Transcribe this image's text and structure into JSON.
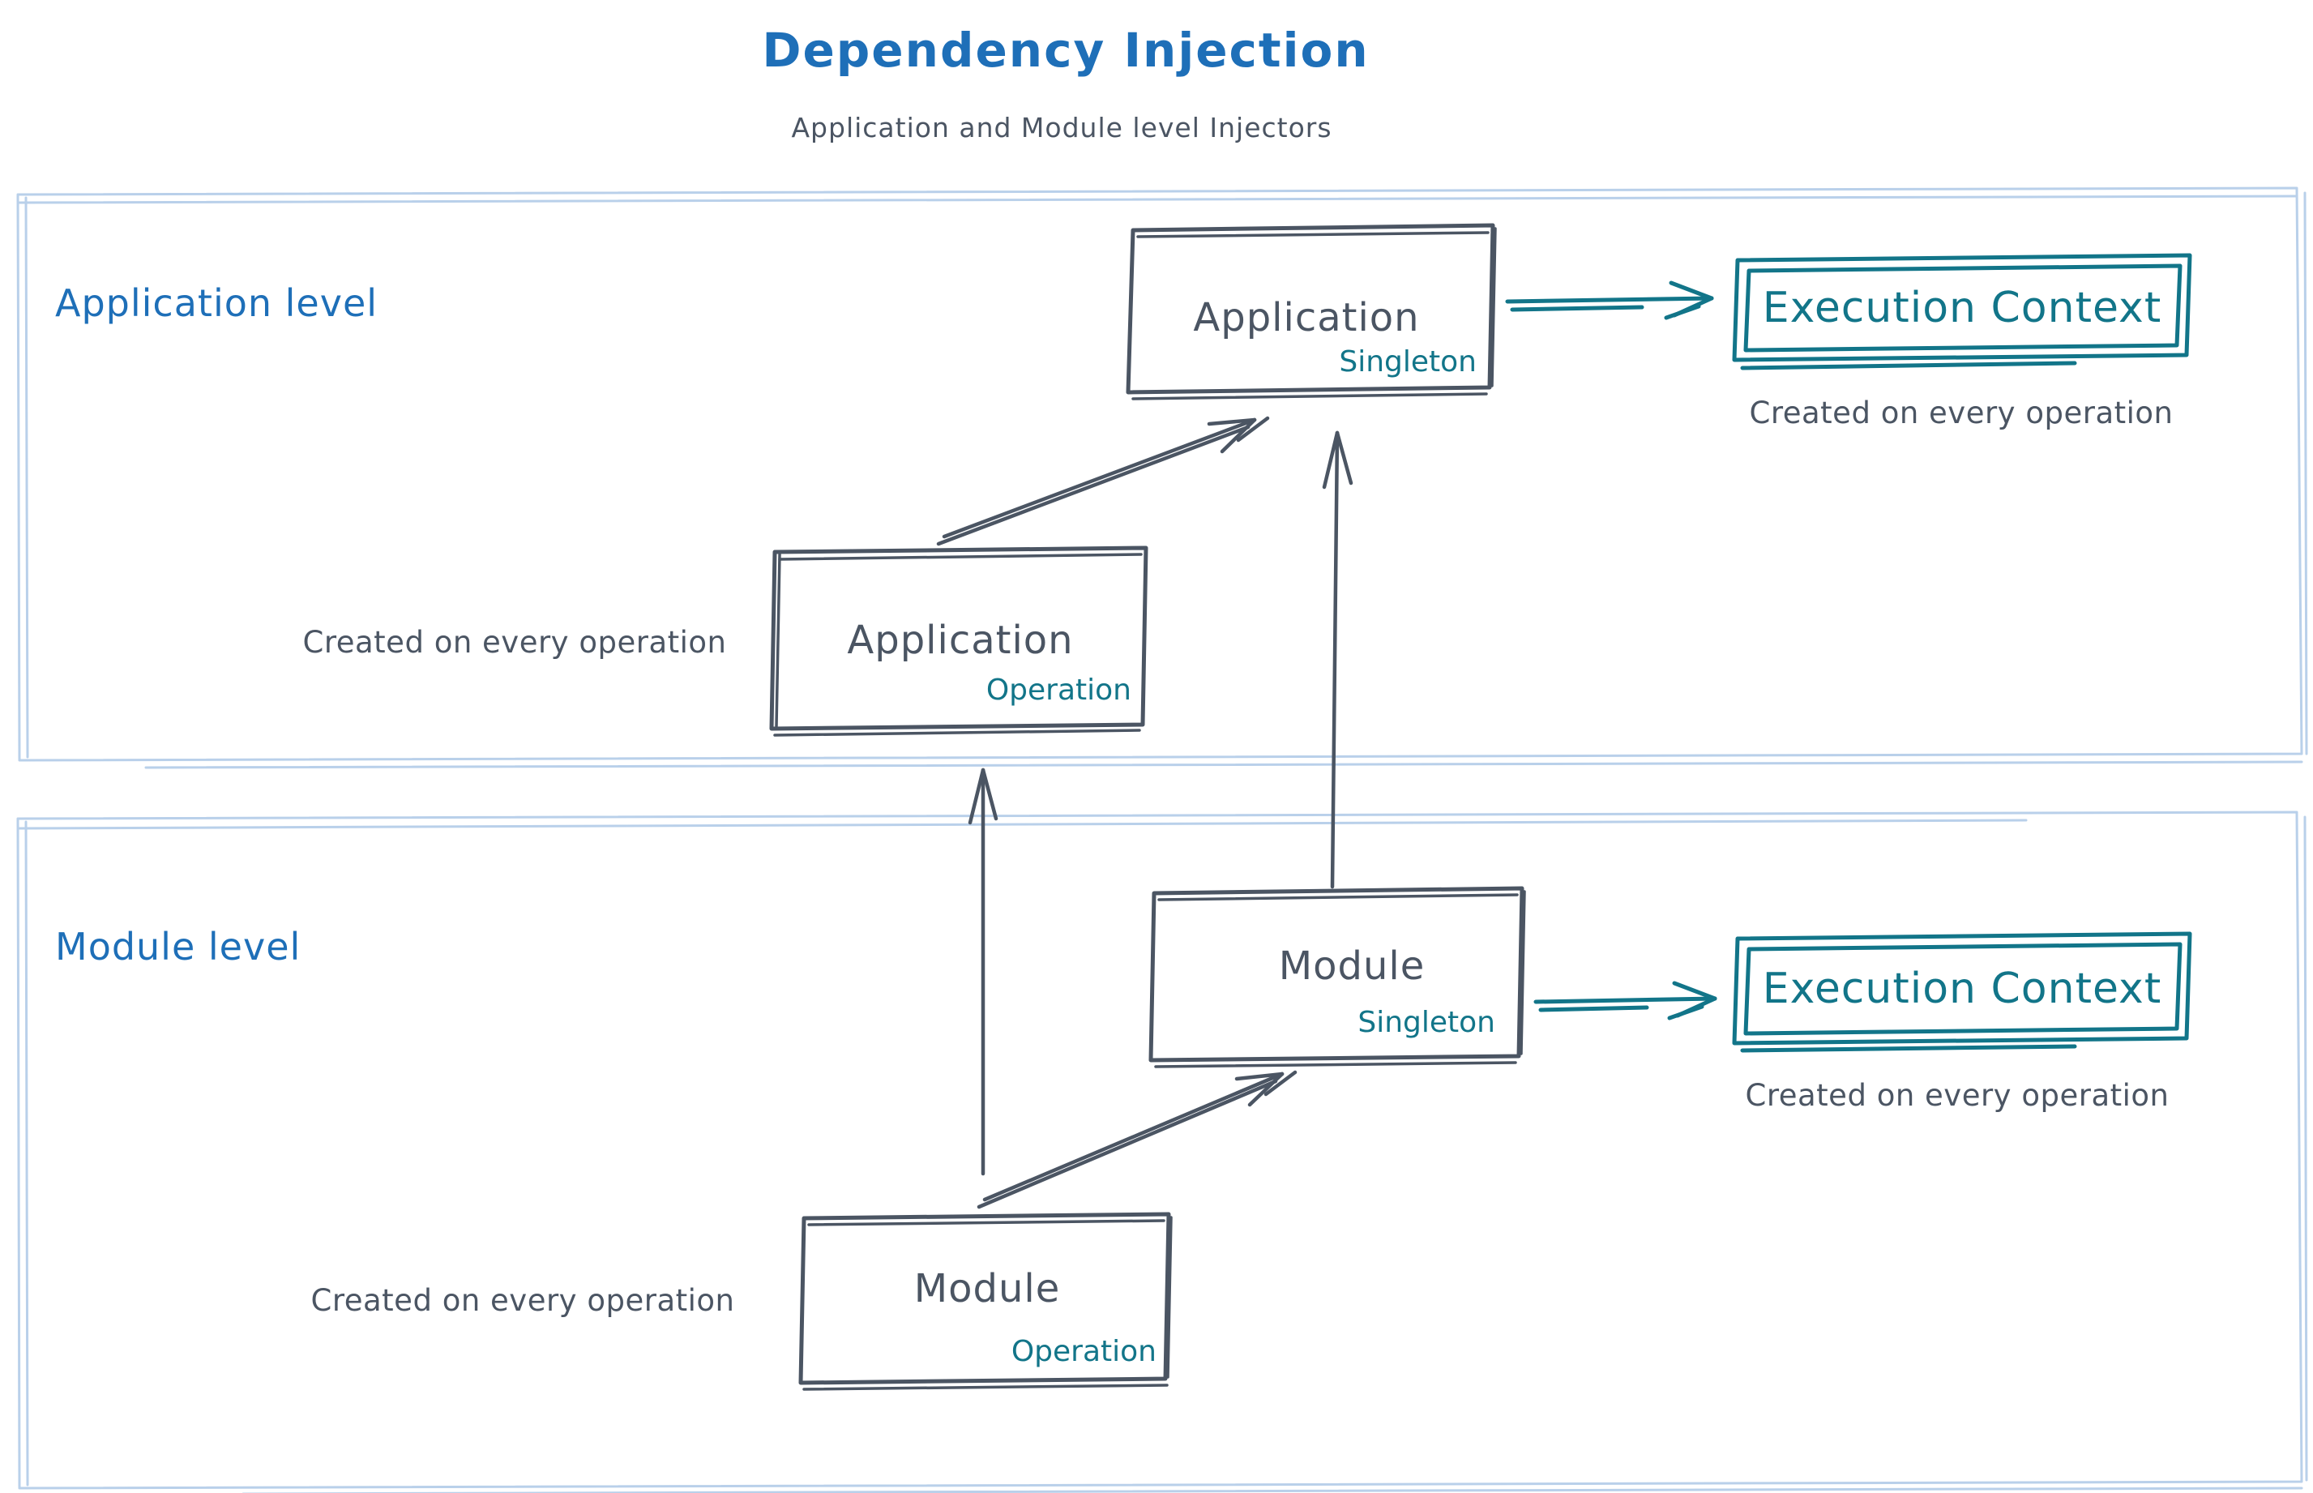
{
  "header": {
    "title": "Dependency Injection",
    "subtitle": "Application and Module level Injectors"
  },
  "colors": {
    "blue": "#1e6fb8",
    "dark": "#4b5563",
    "teal": "#127589",
    "panel": "#b9d0ea"
  },
  "application_level": {
    "label": "Application level",
    "singleton_box": {
      "title": "Application",
      "scope": "Singleton"
    },
    "operation_box": {
      "title": "Application",
      "scope": "Operation",
      "note": "Created on every operation"
    },
    "execution_context": {
      "title": "Execution Context",
      "note": "Created on every operation"
    }
  },
  "module_level": {
    "label": "Module level",
    "singleton_box": {
      "title": "Module",
      "scope": "Singleton"
    },
    "operation_box": {
      "title": "Module",
      "scope": "Operation",
      "note": "Created on every operation"
    },
    "execution_context": {
      "title": "Execution Context",
      "note": "Created on every operation"
    }
  }
}
